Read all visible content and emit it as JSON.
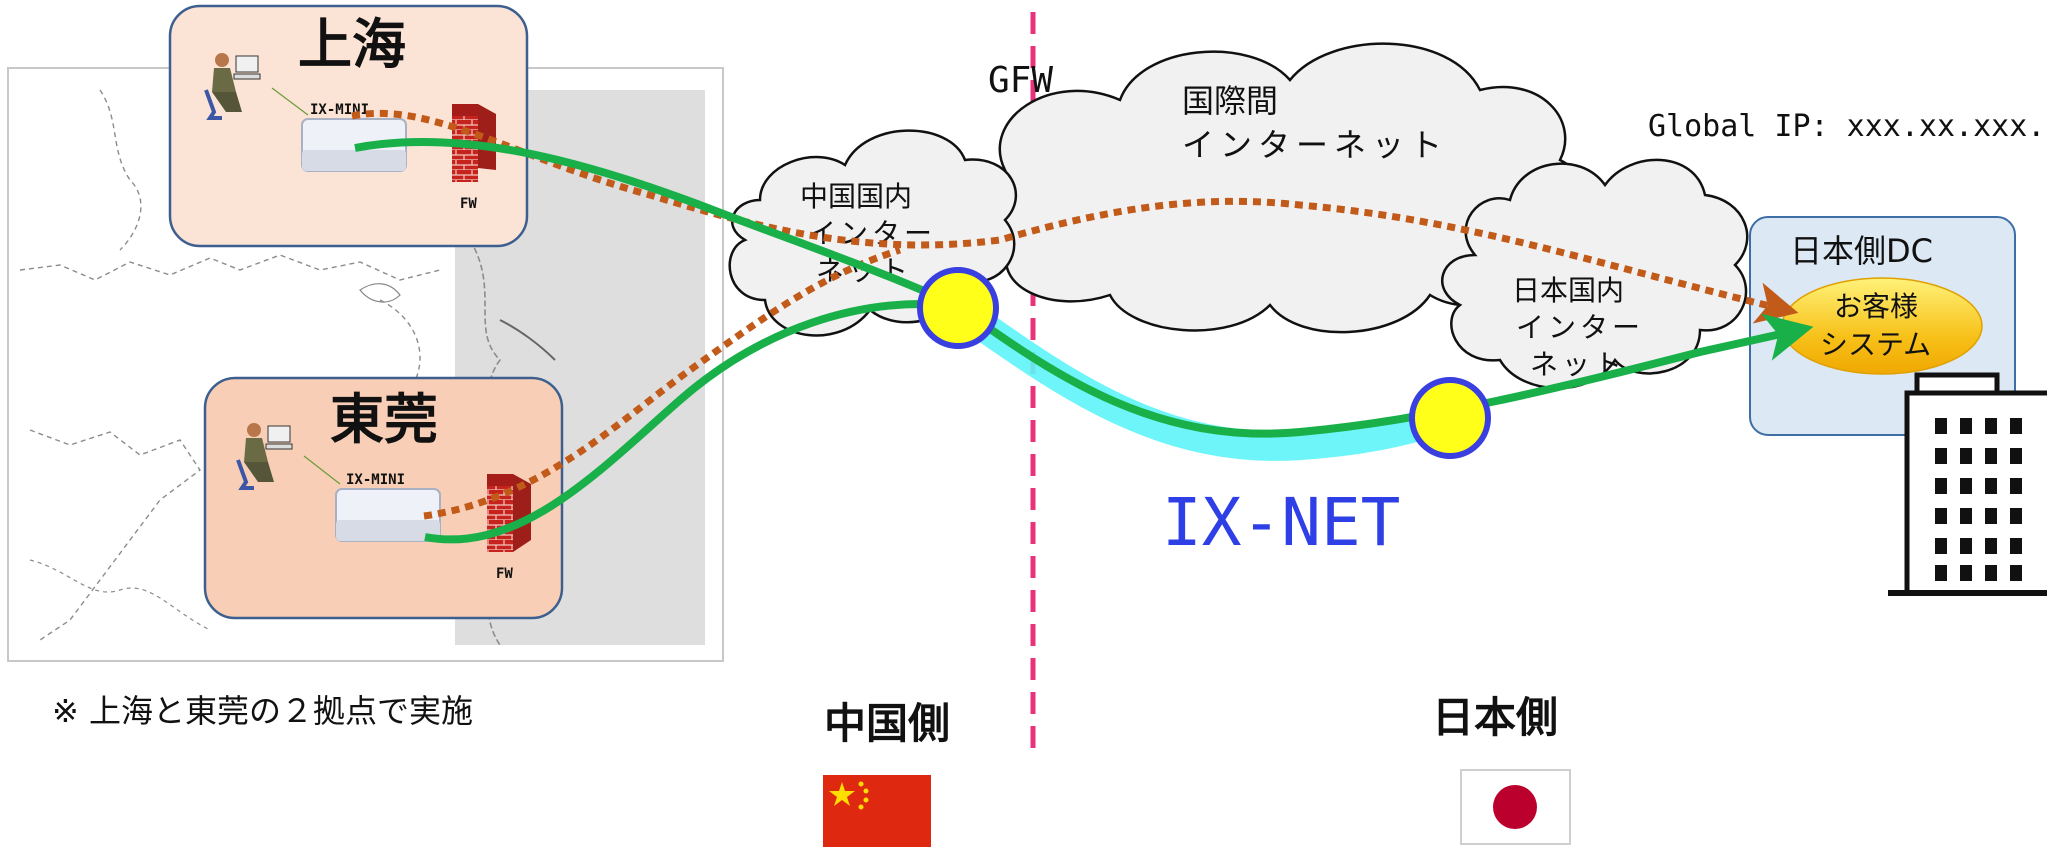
{
  "sites": {
    "shanghai": {
      "name": "上海",
      "device": "IX-MINI",
      "fw": "FW"
    },
    "dongguan": {
      "name": "東莞",
      "device": "IX-MINI",
      "fw": "FW"
    }
  },
  "gfw_label": "GFW",
  "clouds": {
    "china_internet": [
      "中国国内",
      "インター",
      "ネット"
    ],
    "international": [
      "国際間",
      "インターネット"
    ],
    "japan_internet": [
      "日本国内",
      "インター",
      "ネット"
    ]
  },
  "global_ip": "Global IP: xxx.xx.xxx.",
  "dc": {
    "title": "日本側DC",
    "system": [
      "お客様",
      "システム"
    ]
  },
  "ixnet_label": "IX-NET",
  "note": "※ 上海と東莞の２拠点で実施",
  "sides": {
    "china": "中国側",
    "japan": "日本側"
  },
  "colors": {
    "ixnet_green": "#19b04a",
    "internet_dotted": "#c25a1a",
    "ixnet_text": "#2e3fe6",
    "gfw_line": "#e8337a",
    "tunnel": "#5ef4f8",
    "node_fill": "#ffff1a",
    "node_stroke": "#3a3fe0",
    "site_fill_shanghai": "#fbe3d6",
    "site_fill_dongguan": "#f8cfb6",
    "site_stroke": "#3d5f8f",
    "dc_fill": "#dce8f4",
    "system_fill": "#f7c21b",
    "china_flag": "#de2910",
    "japan_flag": "#bc002d"
  }
}
